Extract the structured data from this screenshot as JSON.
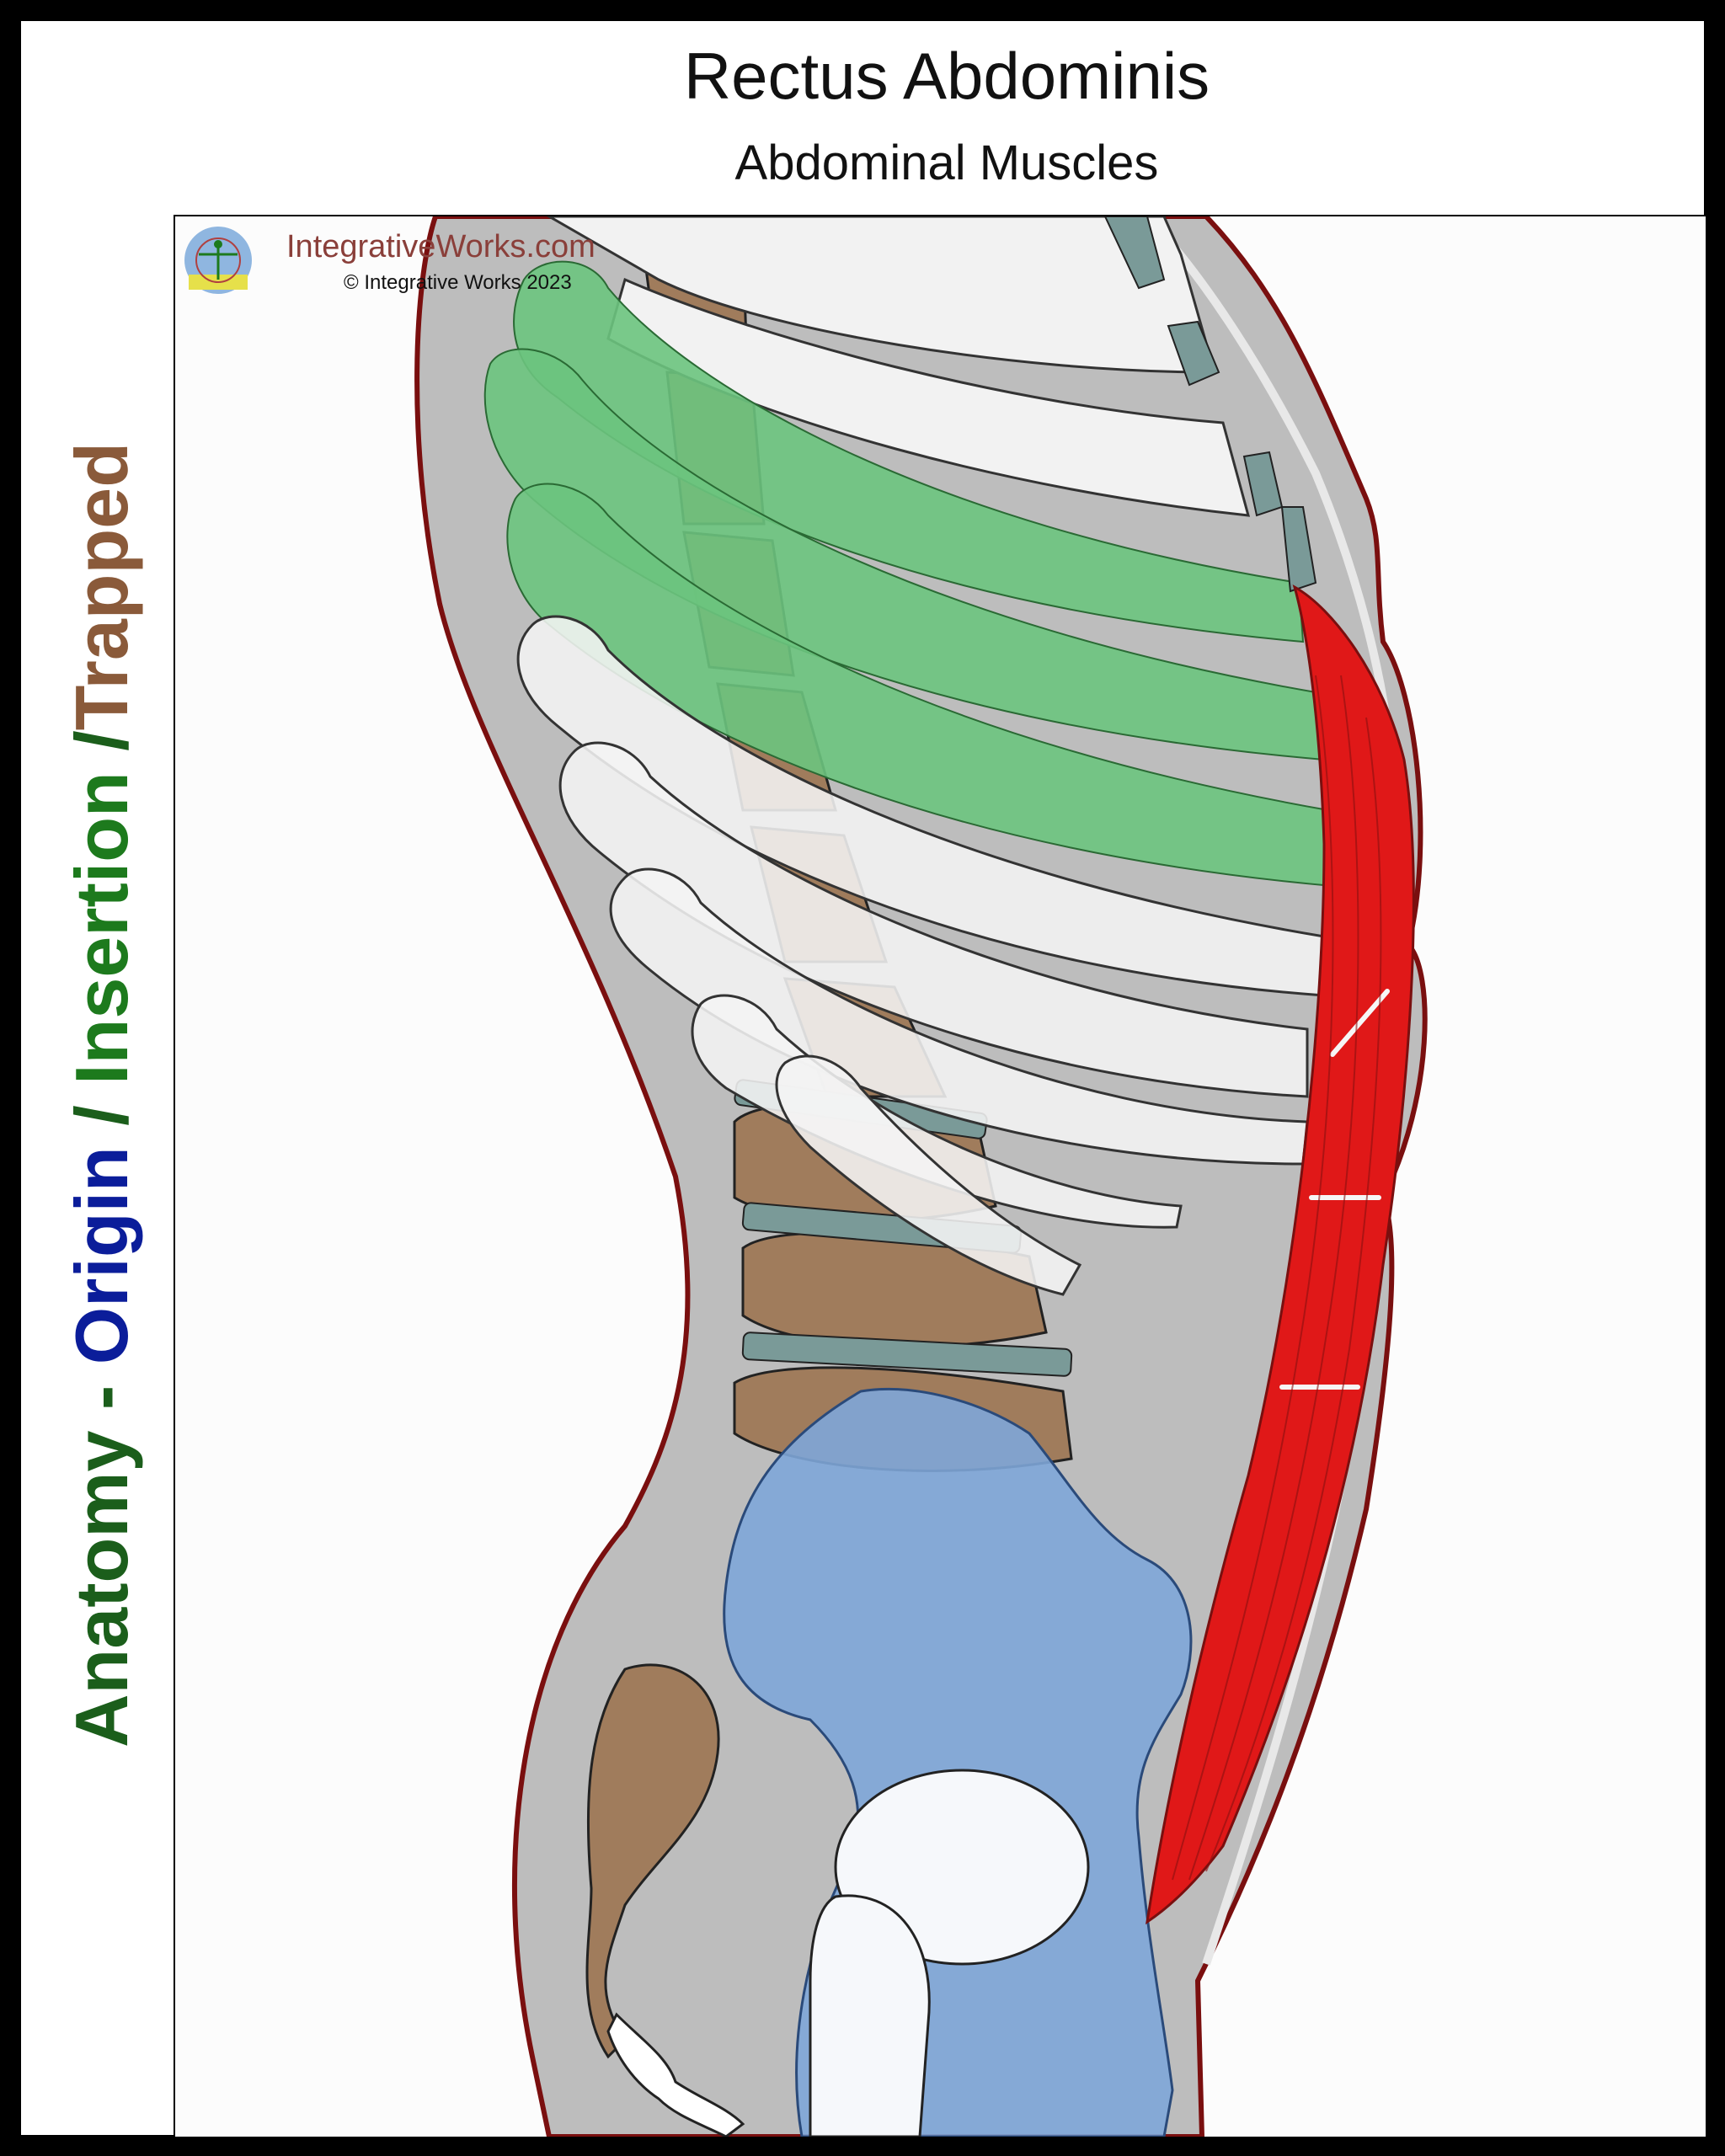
{
  "header": {
    "title": "Rectus Abdominis",
    "subtitle": "Abdominal Muscles"
  },
  "side_label": {
    "part1": "Anatomy - ",
    "part2": "Origin",
    "part3": " / ",
    "part4": "Insertion",
    "part5": " /",
    "part6": "Trapped"
  },
  "brand": {
    "site": "IntegrativeWorks.com",
    "copyright": "© Integrative Works 2023"
  },
  "colors": {
    "origin": "#0b1d9a",
    "insertion": "#1d7a1d",
    "trapped": "#8a5a3a",
    "muscle": "#e01818",
    "rib_highlight": "#6cc47e",
    "pelvis": "#7ea6d8",
    "vertebra": "#a07c5c",
    "body": "#bdbdbd",
    "outline": "#7a0f0f"
  },
  "icons": {
    "logo": "vitruvian-man-icon"
  }
}
